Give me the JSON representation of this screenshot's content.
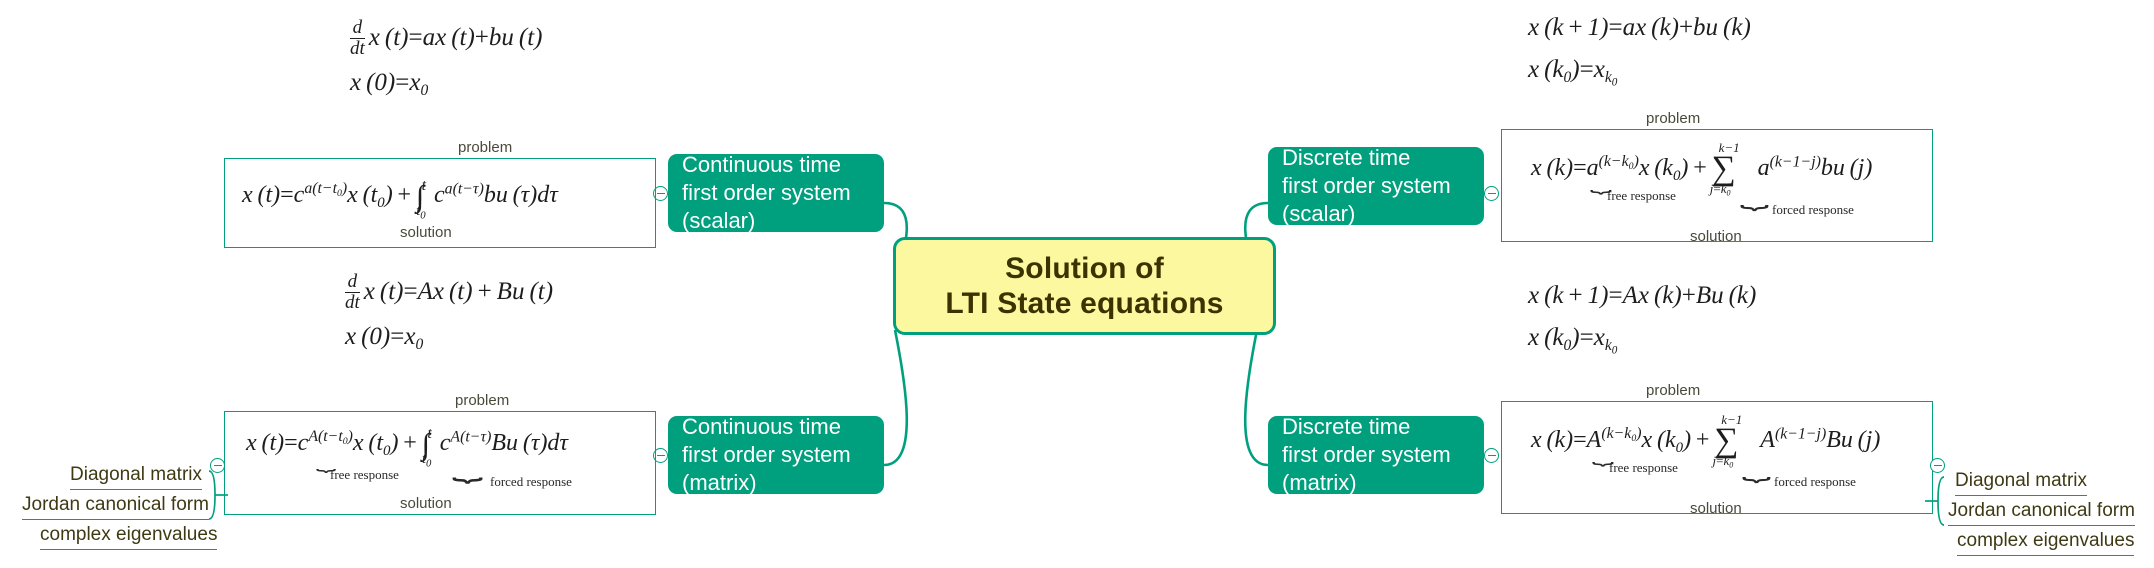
{
  "root": {
    "line1": "Solution of",
    "line2": "LTI State equations"
  },
  "colors": {
    "accent": "#00a07e",
    "root_fill": "#fbf8a0",
    "root_text": "#3a3300",
    "branch_fill": "#00a07e",
    "branch_text": "#ffffff",
    "leaf_text": "#3f3a14",
    "formula_text": "#202020"
  },
  "branches": {
    "ct_scalar": {
      "label_line1": "Continuous time",
      "label_line2": "first order system",
      "label_line3": "(scalar)",
      "problem_caption": "problem",
      "solution_caption": "solution",
      "problem_eq1": "d/dt x(t) = ax(t) + bu(t)",
      "problem_eq2": "x(0) = x0",
      "solution_eq": "x(t) = e^{a(t-t0)} x(t0) + integral_{t0}^{t} e^{a(t-tau)} bu(tau) dtau"
    },
    "ct_matrix": {
      "label_line1": "Continuous time",
      "label_line2": "first order system",
      "label_line3": "(matrix)",
      "problem_caption": "problem",
      "solution_caption": "solution",
      "problem_eq1": "d/dt x(t) = Ax(t) + Bu(t)",
      "problem_eq2": "x(0) = x0",
      "solution_eq": "x(t) = e^{A(t-t0)} x(t0) + integral_{t0}^{t} e^{A(t-tau)} Bu(tau) dtau",
      "free_label": "free response",
      "forced_label": "forced response",
      "leaves": [
        "Diagonal matrix",
        "Jordan canonical form",
        "complex eigenvalues"
      ]
    },
    "dt_scalar": {
      "label_line1": "Discrete time",
      "label_line2": "first order system",
      "label_line3": "(scalar)",
      "problem_caption": "problem",
      "solution_caption": "solution",
      "problem_eq1": "x(k+1) = ax(k) + bu(k)",
      "problem_eq2": "x(k0) = x_{k0}",
      "solution_eq": "x(k) = a^{(k-k0)} x(k0) + sum_{j=k0}^{k-1} a^{(k-1-j)} bu(j)",
      "free_label": "free response",
      "forced_label": "forced response"
    },
    "dt_matrix": {
      "label_line1": "Discrete time",
      "label_line2": "first order system",
      "label_line3": "(matrix)",
      "problem_caption": "problem",
      "solution_caption": "solution",
      "problem_eq1": "x(k+1) = Ax(k) + Bu(k)",
      "problem_eq2": "x(k0) = x_{k0}",
      "solution_eq": "x(k) = A^{(k-k0)} x(k0) + sum_{j=k0}^{k-1} A^{(k-1-j)} Bu(j)",
      "free_label": "free response",
      "forced_label": "forced response",
      "leaves": [
        "Diagonal matrix",
        "Jordan canonical form",
        "complex eigenvalues"
      ]
    }
  }
}
